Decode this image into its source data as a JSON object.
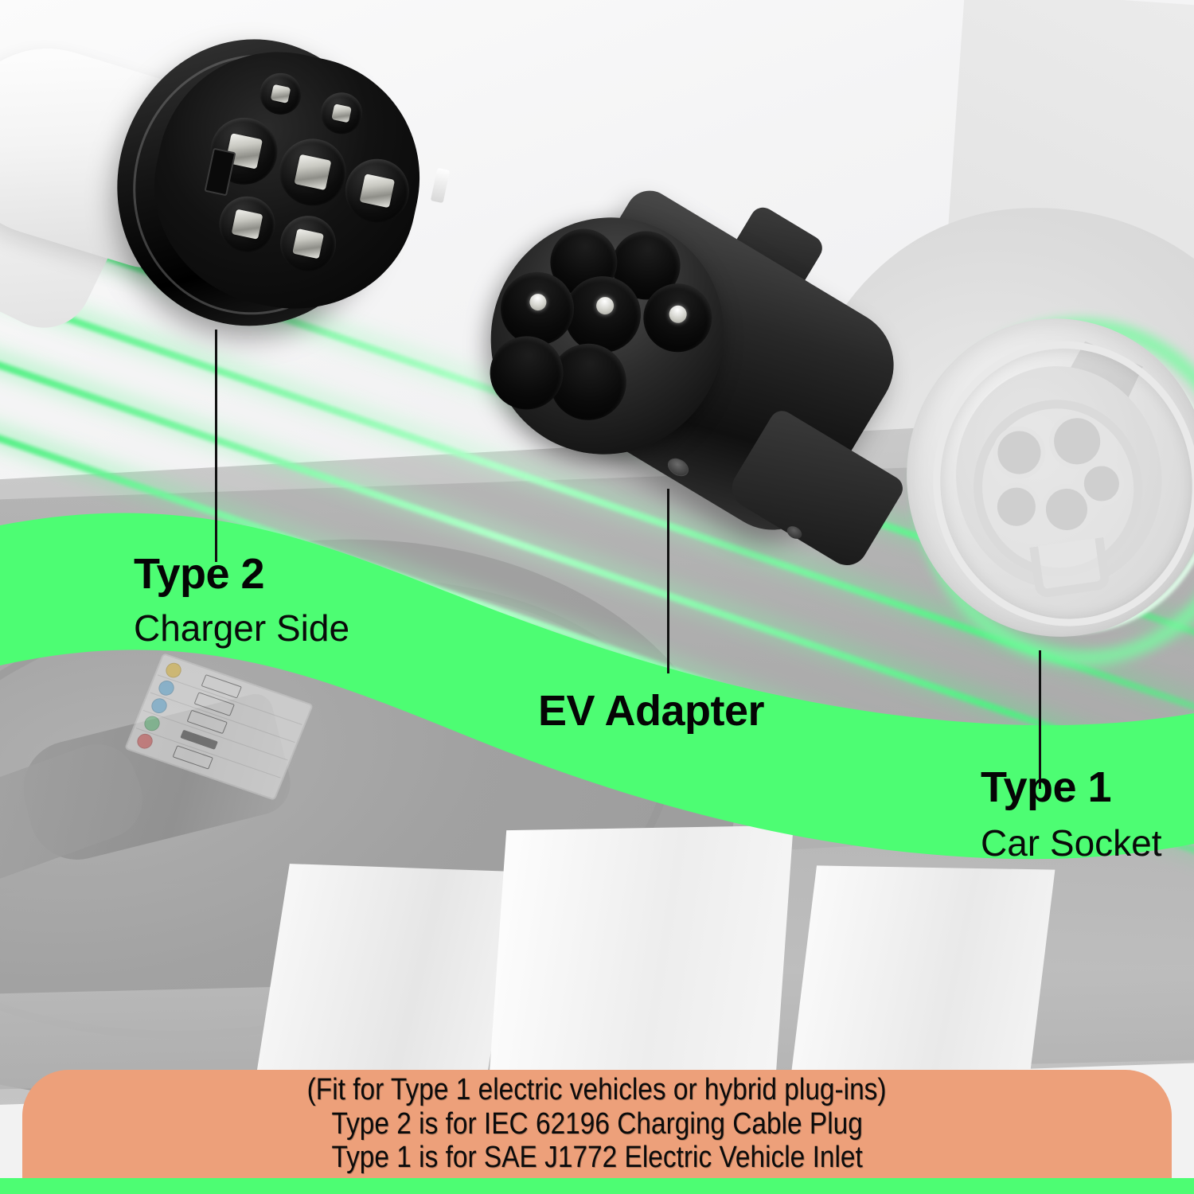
{
  "colors": {
    "banner_green": "#4DFD73",
    "footer_orange": "#EDA07A",
    "beam_green": "#5AF08A",
    "text_black": "#0A0A0A"
  },
  "labels": [
    {
      "id": "type2",
      "title": "Type 2",
      "subtitle": "Charger Side",
      "leader_name": "leader-line-type2"
    },
    {
      "id": "adapter",
      "title": "EV Adapter",
      "subtitle": "",
      "leader_name": "leader-line-adapter"
    },
    {
      "id": "type1",
      "title": "Type 1",
      "subtitle": "Car Socket",
      "leader_name": "leader-line-type1"
    }
  ],
  "footer": {
    "lines": [
      "(Fit for Type 1 electric vehicles or hybrid plug-ins)",
      "Type 2 is for IEC 62196 Charging Cable Plug",
      "Type 1 is for SAE J1772 Electric Vehicle Inlet"
    ]
  },
  "products": {
    "type2_plug": {
      "name": "type-2-connector",
      "pin_count": 7,
      "has_alignment_slot": true
    },
    "ev_adapter": {
      "name": "ev-adapter-body",
      "socket_count": 7,
      "visible_contact_dots": 3
    },
    "car_socket": {
      "name": "type-1-car-inlet",
      "hole_count": 5,
      "glow": "green-ring"
    }
  }
}
